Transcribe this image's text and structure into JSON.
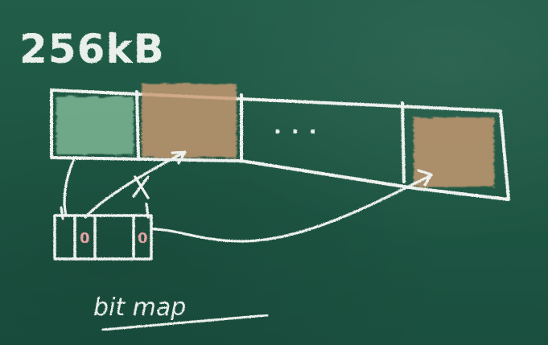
{
  "size_label": "256kB",
  "ellipsis": "...",
  "bitmap_cells": [
    "0",
    "0"
  ],
  "bitmap_label": "bit map"
}
